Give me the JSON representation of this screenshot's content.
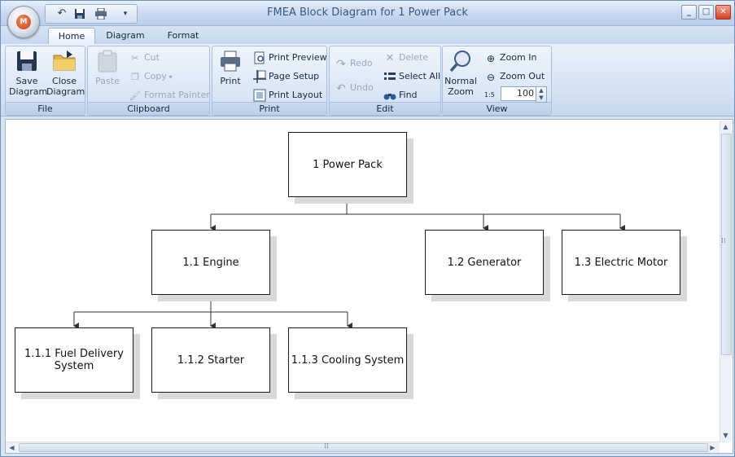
{
  "window": {
    "title": "FMEA Block Diagram for 1 Power Pack"
  },
  "app": {
    "orb_letter": "M"
  },
  "tabs": [
    {
      "label": "Home",
      "active": true
    },
    {
      "label": "Diagram",
      "active": false
    },
    {
      "label": "Format",
      "active": false
    }
  ],
  "groups": {
    "file": {
      "label": "File",
      "save": "Save\nDiagram",
      "close": "Close\nDiagram"
    },
    "clipboard": {
      "label": "Clipboard",
      "paste": "Paste",
      "cut": "Cut",
      "copy": "Copy",
      "format_painter": "Format Painter"
    },
    "print": {
      "label": "Print",
      "print": "Print",
      "print_preview": "Print Preview",
      "page_setup": "Page Setup",
      "print_layout": "Print Layout"
    },
    "edit": {
      "label": "Edit",
      "redo": "Redo",
      "undo": "Undo",
      "delete": "Delete",
      "select_all": "Select All",
      "find": "Find"
    },
    "view": {
      "label": "View",
      "normal_zoom": "Normal\nZoom",
      "zoom_in": "Zoom In",
      "zoom_out": "Zoom Out",
      "zoom_value": "100",
      "zoom_icon_label": "1:5"
    }
  },
  "diagram": {
    "nodes": [
      {
        "id": "root",
        "label": "1 Power Pack"
      },
      {
        "id": "n11",
        "label": "1.1 Engine"
      },
      {
        "id": "n12",
        "label": "1.2 Generator"
      },
      {
        "id": "n13",
        "label": "1.3 Electric Motor"
      },
      {
        "id": "n111",
        "label": "1.1.1 Fuel Delivery System"
      },
      {
        "id": "n112",
        "label": "1.1.2 Starter"
      },
      {
        "id": "n113",
        "label": "1.1.3 Cooling System"
      }
    ]
  }
}
